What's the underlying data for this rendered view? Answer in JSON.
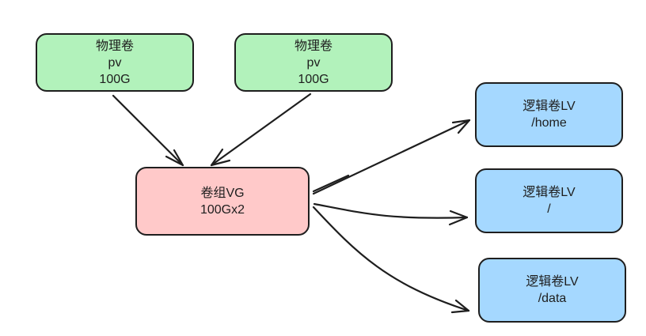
{
  "diagram": {
    "colors": {
      "pv_fill": "#b2f2bb",
      "vg_fill": "#ffc9c9",
      "lv_fill": "#a5d8ff",
      "stroke": "#1e1e1e"
    },
    "nodes": {
      "pv1": {
        "lines": [
          "物理卷",
          "pv",
          "100G"
        ]
      },
      "pv2": {
        "lines": [
          "物理卷",
          "pv",
          "100G"
        ]
      },
      "vg": {
        "lines": [
          "卷组VG",
          "100Gx2"
        ]
      },
      "lv_home": {
        "lines": [
          "逻辑卷LV",
          "/home"
        ]
      },
      "lv_root": {
        "lines": [
          "逻辑卷LV",
          "/"
        ]
      },
      "lv_data": {
        "lines": [
          "逻辑卷LV",
          "/data"
        ]
      }
    },
    "edges": [
      {
        "from": "pv1",
        "to": "vg"
      },
      {
        "from": "pv2",
        "to": "vg"
      },
      {
        "from": "vg",
        "to": "lv_home"
      },
      {
        "from": "vg",
        "to": "lv_root"
      },
      {
        "from": "vg",
        "to": "lv_data"
      }
    ]
  }
}
